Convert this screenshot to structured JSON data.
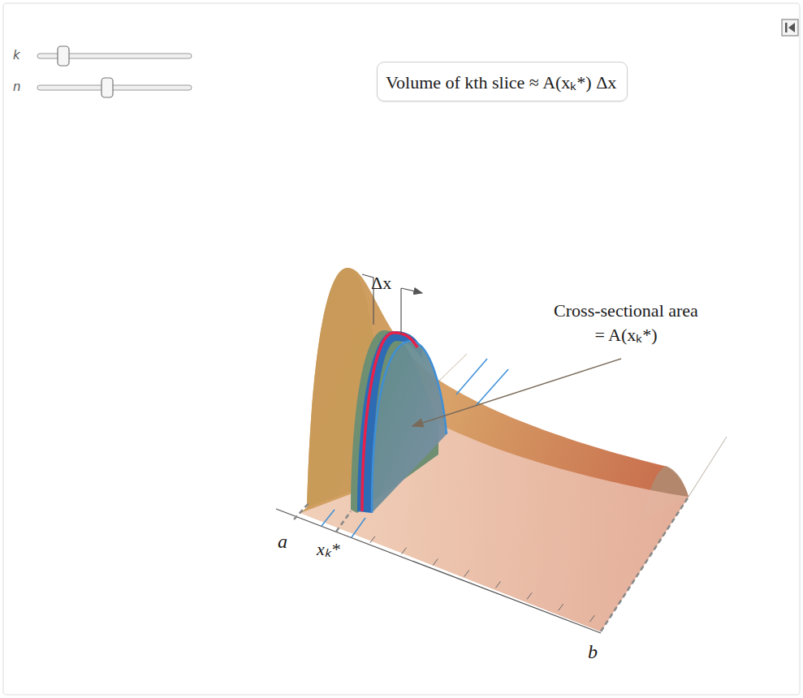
{
  "diagram": {
    "nodes": [
      {
        "text": [
          "Volume of kth slice ≈ A(xₖ*) Δx"
        ]
      }
    ],
    "labels": [
      "k",
      "n",
      "Δx",
      "Cross-sectional area = A(xₖ*)",
      "a",
      "xₖ*",
      "b"
    ]
  }
}
